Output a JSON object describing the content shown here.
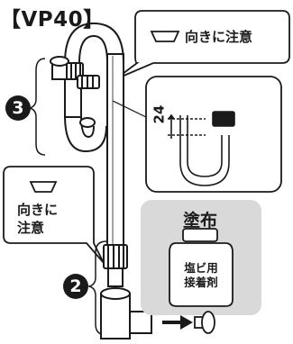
{
  "model_label": "【VP40】",
  "callout_top": {
    "icon": "basin-shape-icon",
    "text": "向きに注意"
  },
  "callout_left": {
    "icon": "basin-shape-icon",
    "line1": "向きに",
    "line2": "注意"
  },
  "step_3": {
    "badge": "3",
    "dimension": "24"
  },
  "step_2": {
    "badge": "2"
  },
  "glue_box": {
    "title": "塗布",
    "bottle_line1": "塩ビ用",
    "bottle_line2": "接着剤"
  },
  "colors": {
    "line": "#1a1a1a",
    "panel_gray": "#d9d9d9",
    "pipe_fill": "#ffffff"
  }
}
